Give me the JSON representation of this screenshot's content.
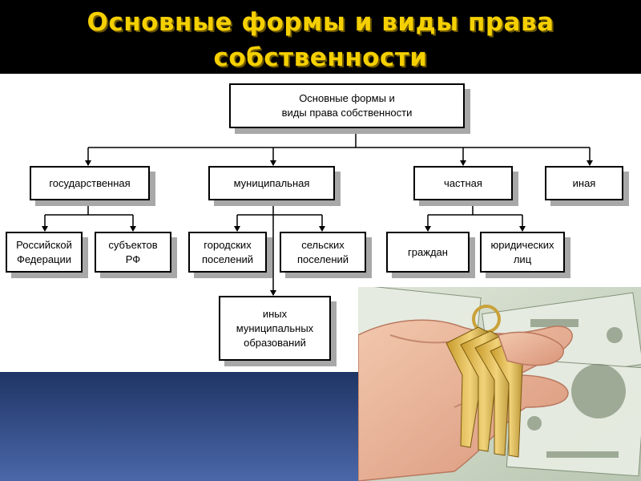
{
  "slide": {
    "title": "Основные формы и виды права\nсобственности"
  },
  "diagram": {
    "root": "Основные формы и\nвиды права собственности",
    "state": "государственная",
    "municipal": "муниципальная",
    "private": "частная",
    "other": "иная",
    "russia": "Российской\nФедерации",
    "subjects": "субъектов\nРФ",
    "urban": "городских\nпоселений",
    "rural": "сельских\nпоселений",
    "others_municipal": "иных\nмуниципальных\nобразований",
    "citizens": "граждан",
    "legal": "юридических\nлиц"
  },
  "photo": {
    "icon": "keys-in-hand-over-dollars"
  }
}
